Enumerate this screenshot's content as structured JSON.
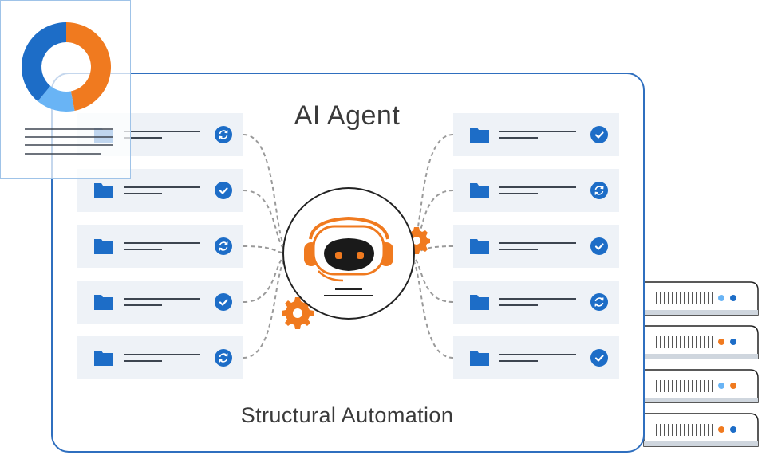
{
  "title": "AI Agent",
  "subtitle": "Structural Automation",
  "left_tasks": [
    {
      "status_icon": "sync-icon"
    },
    {
      "status_icon": "check-icon"
    },
    {
      "status_icon": "sync-icon"
    },
    {
      "status_icon": "check-icon"
    },
    {
      "status_icon": "sync-icon"
    }
  ],
  "right_tasks": [
    {
      "status_icon": "check-icon"
    },
    {
      "status_icon": "sync-icon"
    },
    {
      "status_icon": "check-icon"
    },
    {
      "status_icon": "sync-icon"
    },
    {
      "status_icon": "check-icon"
    }
  ],
  "donut_chart": {
    "segments": [
      {
        "color": "#f07a1f",
        "share": 0.47
      },
      {
        "color": "#69b4f5",
        "share": 0.14
      },
      {
        "color": "#1d6dc7",
        "share": 0.39
      }
    ]
  },
  "servers": [
    {
      "led_left": "#69b4f5",
      "led_right": "#1d6dc7"
    },
    {
      "led_left": "#f07a1f",
      "led_right": "#1d6dc7"
    },
    {
      "led_left": "#69b4f5",
      "led_right": "#f07a1f"
    },
    {
      "led_left": "#f07a1f",
      "led_right": "#1d6dc7"
    }
  ],
  "colors": {
    "accent_blue": "#1d6dc7",
    "accent_orange": "#f07a1f",
    "panel_border": "#2f6fbf",
    "row_background": "#eef2f7"
  }
}
